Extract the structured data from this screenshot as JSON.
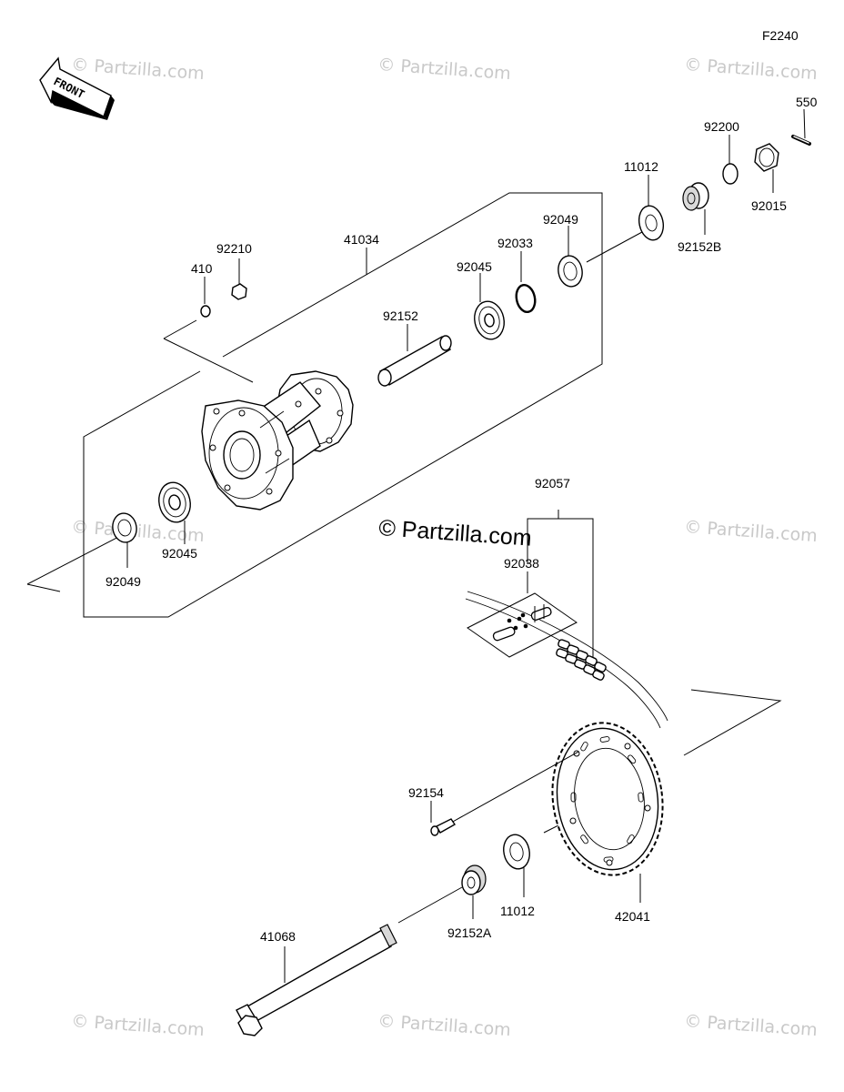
{
  "diagram": {
    "code": "F2240",
    "front_label": "FRONT",
    "watermarks": {
      "center": "© Partzilla.com",
      "small": "© Partzilla.com"
    },
    "parts": {
      "p550": "550",
      "p92200": "92200",
      "p92015": "92015",
      "p11012_top": "11012",
      "p92152B": "92152B",
      "p92049_top": "92049",
      "p92033": "92033",
      "p92045_top": "92045",
      "p41034": "41034",
      "p92210": "92210",
      "p410": "410",
      "p92152": "92152",
      "p92045_bottom": "92045",
      "p92049_bottom": "92049",
      "p92057": "92057",
      "p92038": "92038",
      "p92154": "92154",
      "p11012_bottom": "11012",
      "p92152A": "92152A",
      "p42041": "42041",
      "p41068": "41068"
    }
  }
}
